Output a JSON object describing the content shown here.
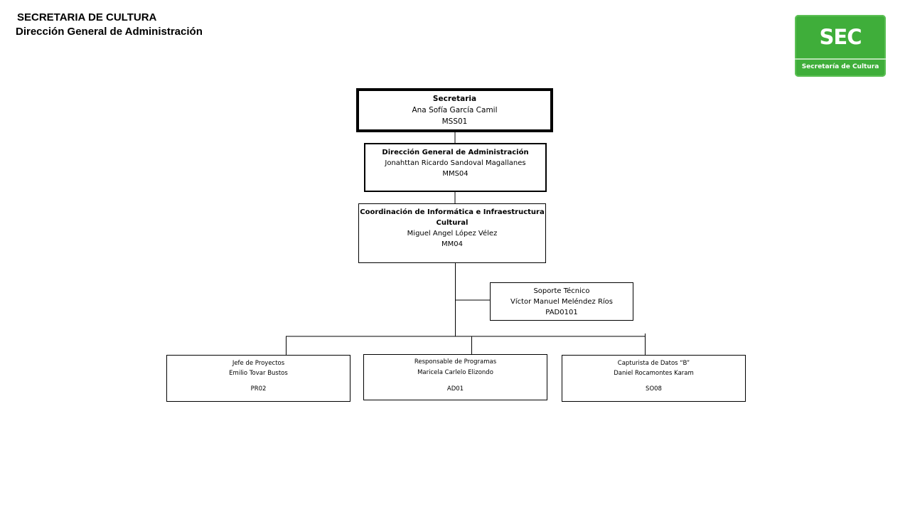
{
  "header": {
    "title": "SECRETARIA DE CULTURA",
    "subtitle": "Dirección General  de Administración"
  },
  "logo": {
    "text": "SEC",
    "subtext": "Secretaría de Cultura",
    "color": "#3fae3a"
  },
  "org": {
    "secretaria": {
      "title": "Secretaria",
      "name": "Ana Sofía García Camil",
      "code": "MSS01"
    },
    "direccion": {
      "title": "Dirección General de Administración",
      "name": "Jonahttan Ricardo Sandoval Magallanes",
      "code": "MMS04"
    },
    "coordinacion": {
      "title": "Coordinación  de Informática e Infraestructura Cultural",
      "name": "Miguel Angel López Vélez",
      "code": "MM04"
    },
    "soporte": {
      "title": "Soporte Técnico",
      "name": "Víctor Manuel Meléndez Ríos",
      "code": "PAD0101"
    },
    "jefe": {
      "title": "Jefe de Proyectos",
      "name": "Emilio Tovar Bustos",
      "code": "PR02"
    },
    "responsable": {
      "title": "Responsable de Programas",
      "name": "Maricela Carlelo Elizondo",
      "code": "AD01"
    },
    "capturista": {
      "title": "Capturista de Datos  “B”",
      "name": "Daniel Rocamontes Karam",
      "code": "SO08"
    }
  }
}
